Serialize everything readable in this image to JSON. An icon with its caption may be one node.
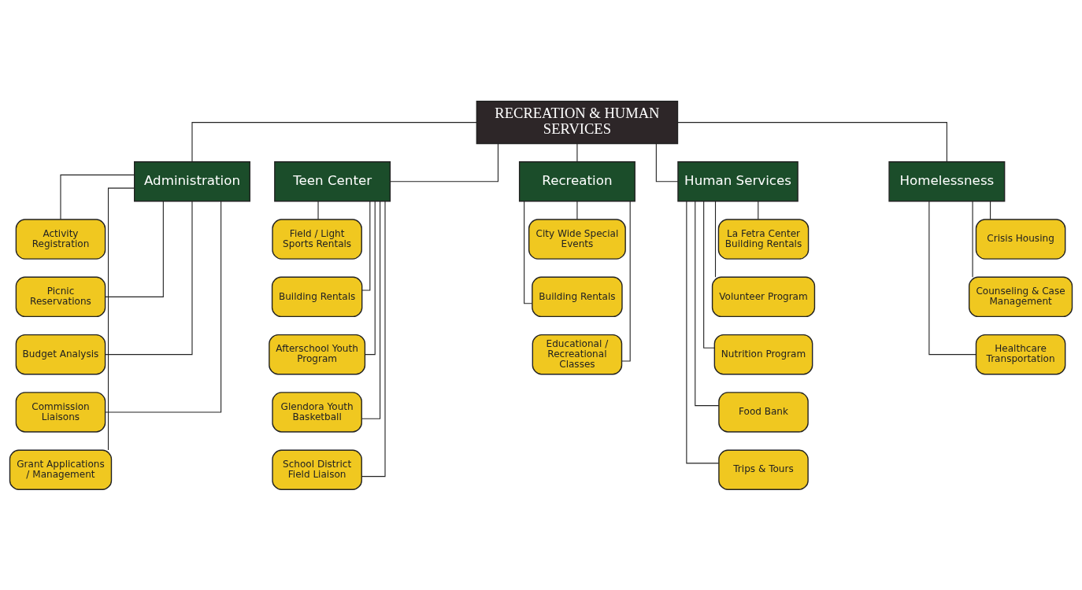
{
  "diagram": {
    "nodes": [
      {
        "text": [
          "RECREATION & HUMAN SERVICES"
        ]
      },
      {
        "text": [
          "Administration"
        ]
      },
      {
        "text": [
          "Activity Registration"
        ]
      },
      {
        "text": [
          "Picnic Reservations"
        ]
      },
      {
        "text": [
          "Budget Analysis"
        ]
      },
      {
        "text": [
          "Commission Liaisons"
        ]
      },
      {
        "text": [
          "Grant Applications / Management"
        ]
      },
      {
        "text": [
          "Teen Center"
        ]
      },
      {
        "text": [
          "Field / Light Sports Rentals"
        ]
      },
      {
        "text": [
          "Building Rentals"
        ]
      },
      {
        "text": [
          "Afterschool Youth Program"
        ]
      },
      {
        "text": [
          "Glendora Youth Basketball"
        ]
      },
      {
        "text": [
          "School District Field Liaison"
        ]
      },
      {
        "text": [
          "Recreation"
        ]
      },
      {
        "text": [
          "City Wide Special Events"
        ]
      },
      {
        "text": [
          "Building Rentals"
        ]
      },
      {
        "text": [
          "Educational / Recreational Classes"
        ]
      },
      {
        "text": [
          "Human Services"
        ]
      },
      {
        "text": [
          "La Fetra Center Building Rentals"
        ]
      },
      {
        "text": [
          "Volunteer Program"
        ]
      },
      {
        "text": [
          "Nutrition Program"
        ]
      },
      {
        "text": [
          "Food Bank"
        ]
      },
      {
        "text": [
          "Trips & Tours"
        ]
      },
      {
        "text": [
          "Homelessness"
        ]
      },
      {
        "text": [
          "Crisis Housing"
        ]
      },
      {
        "text": [
          "Counseling & Case Management"
        ]
      },
      {
        "text": [
          "Healthcare Transportation"
        ]
      }
    ],
    "edges": [
      {
        "from": 0,
        "to": 1,
        "arrow": "none"
      },
      {
        "from": 0,
        "to": 7,
        "arrow": "none"
      },
      {
        "from": 0,
        "to": 13,
        "arrow": "none"
      },
      {
        "from": 0,
        "to": 17,
        "arrow": "none"
      },
      {
        "from": 0,
        "to": 23,
        "arrow": "none"
      },
      {
        "from": 1,
        "to": 2,
        "arrow": "none"
      },
      {
        "from": 1,
        "to": 3,
        "arrow": "none"
      },
      {
        "from": 1,
        "to": 4,
        "arrow": "none"
      },
      {
        "from": 1,
        "to": 5,
        "arrow": "none"
      },
      {
        "from": 1,
        "to": 6,
        "arrow": "none"
      },
      {
        "from": 7,
        "to": 8,
        "arrow": "none"
      },
      {
        "from": 7,
        "to": 9,
        "arrow": "none"
      },
      {
        "from": 7,
        "to": 10,
        "arrow": "none"
      },
      {
        "from": 7,
        "to": 11,
        "arrow": "none"
      },
      {
        "from": 7,
        "to": 12,
        "arrow": "none"
      },
      {
        "from": 13,
        "to": 14,
        "arrow": "none"
      },
      {
        "from": 13,
        "to": 15,
        "arrow": "none"
      },
      {
        "from": 13,
        "to": 16,
        "arrow": "none"
      },
      {
        "from": 17,
        "to": 18,
        "arrow": "none"
      },
      {
        "from": 17,
        "to": 19,
        "arrow": "none"
      },
      {
        "from": 17,
        "to": 20,
        "arrow": "none"
      },
      {
        "from": 17,
        "to": 21,
        "arrow": "none"
      },
      {
        "from": 17,
        "to": 22,
        "arrow": "none"
      },
      {
        "from": 23,
        "to": 24,
        "arrow": "none"
      },
      {
        "from": 23,
        "to": 25,
        "arrow": "none"
      },
      {
        "from": 23,
        "to": 26,
        "arrow": "none"
      }
    ]
  }
}
